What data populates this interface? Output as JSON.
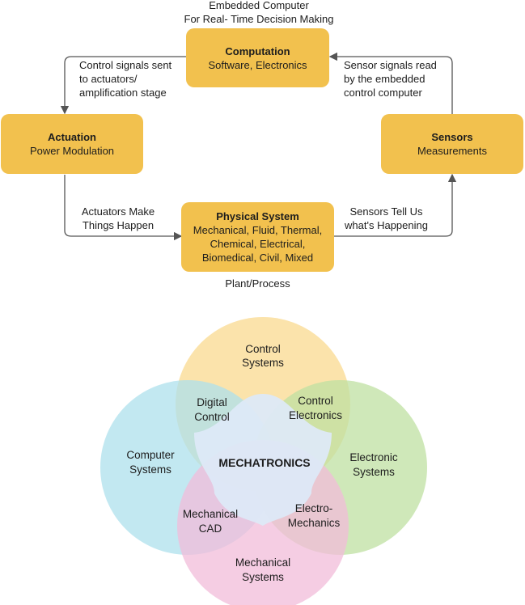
{
  "cycle": {
    "computation": {
      "title": "Computation",
      "subtitle": "Software, Electronics",
      "caption_line1": "Embedded Computer",
      "caption_line2": "For Real- Time Decision Making"
    },
    "actuation": {
      "title": "Actuation",
      "subtitle": "Power Modulation"
    },
    "sensors": {
      "title": "Sensors",
      "subtitle": "Measurements"
    },
    "physical": {
      "title": "Physical System",
      "line1": "Mechanical, Fluid, Thermal,",
      "line2": "Chemical, Electrical,",
      "line3": "Biomedical, Civil, Mixed",
      "caption": "Plant/Process"
    },
    "arrows": {
      "control_line1": "Control signals sent",
      "control_line2": "to actuators/",
      "control_line3": "amplification stage",
      "sensor_line1": "Sensor signals read",
      "sensor_line2": "by the embedded",
      "sensor_line3": "control computer",
      "act_line1": "Actuators Make",
      "act_line2": "Things Happen",
      "tell_line1": "Sensors Tell Us",
      "tell_line2": "what's Happening"
    },
    "colors": {
      "box": "#f2c14e",
      "arrow": "#555555"
    }
  },
  "venn": {
    "center": "MECHATRONICS",
    "control_systems": [
      "Control",
      "Systems"
    ],
    "computer_systems": [
      "Computer",
      "Systems"
    ],
    "electronic_systems": [
      "Electronic",
      "Systems"
    ],
    "mechanical_systems": [
      "Mechanical",
      "Systems"
    ],
    "digital_control": [
      "Digital",
      "Control"
    ],
    "control_electronics": [
      "Control",
      "Electronics"
    ],
    "mechanical_cad": [
      "Mechanical",
      "CAD"
    ],
    "electro_mechanics": [
      "Electro-",
      "Mechanics"
    ],
    "colors": {
      "control": "#f7c15a",
      "computer": "#8fd0e0",
      "electronic": "#9ccf6e",
      "mechanical": "#e594c4",
      "center": "#dbe9f6"
    }
  }
}
